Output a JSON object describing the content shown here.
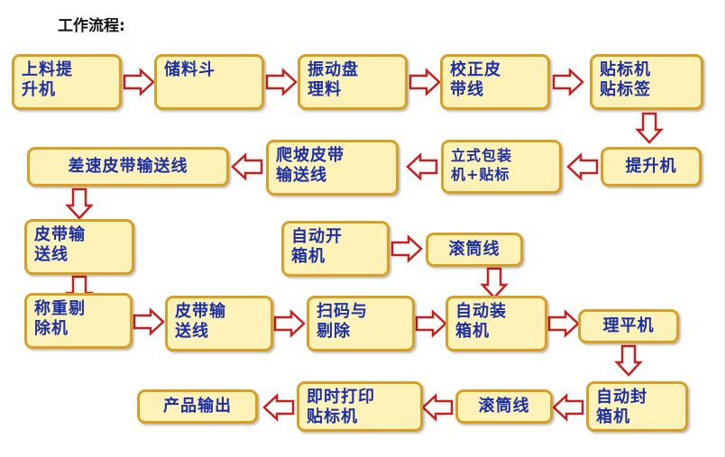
{
  "title": "工作流程:",
  "steps": {
    "s1": "上料提\n升机",
    "s2": "储料斗",
    "s3": "振动盘\n理料",
    "s4": "校正皮\n带线",
    "s5": "贴标机\n贴标签",
    "s6": "提升机",
    "s7": "立式包装\n机+贴标",
    "s8": "爬坡皮带\n输送线",
    "s9": "差速皮带输送线",
    "s10": "皮带输\n送线",
    "s11": "称重剔\n除机",
    "s12": "皮带输\n送线",
    "s13": "扫码与\n剔除",
    "s14": "自动开\n箱机",
    "s15": "滚筒线",
    "s16": "自动装\n箱机",
    "s17": "理平机",
    "s18": "自动封\n箱机",
    "s19": "滚筒线",
    "s20": "即时打印\n贴标机",
    "s21": "产品输出"
  },
  "colors": {
    "box_fill": "#fff2b8",
    "box_border": "#d99f24",
    "text": "#1a2ea6",
    "arrow_fill": "#ffffff",
    "arrow_stroke": "#c81e1e"
  }
}
